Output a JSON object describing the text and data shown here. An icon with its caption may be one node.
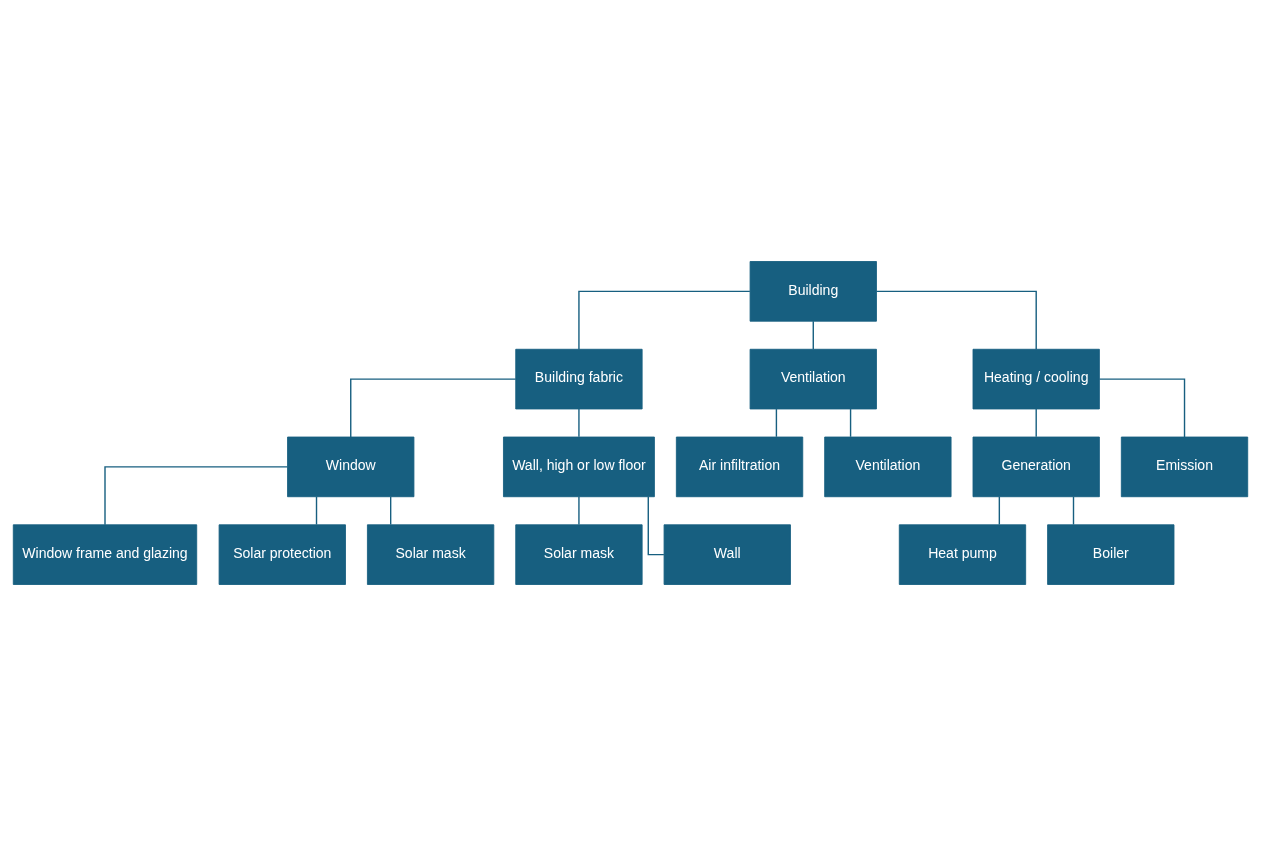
{
  "diagram": {
    "nodes": [
      {
        "text": [
          "Building"
        ]
      },
      {
        "text": [
          "Building fabric"
        ]
      },
      {
        "text": [
          "Ventilation"
        ]
      },
      {
        "text": [
          "Heating / cooling"
        ]
      },
      {
        "text": [
          "Window"
        ]
      },
      {
        "text": [
          "Wall, high or low floor"
        ]
      },
      {
        "text": [
          "Air infiltration"
        ]
      },
      {
        "text": [
          "Generation"
        ]
      },
      {
        "text": [
          "Emission"
        ]
      },
      {
        "text": [
          "Window frame and glazing"
        ]
      },
      {
        "text": [
          "Solar mask"
        ]
      },
      {
        "text": [
          "Ventilation"
        ]
      },
      {
        "text": [
          "Heat pump"
        ]
      },
      {
        "text": [
          "Solar protection"
        ]
      },
      {
        "text": [
          "Wall"
        ]
      },
      {
        "text": [
          "Boiler"
        ]
      },
      {
        "text": [
          "Solar mask"
        ]
      }
    ],
    "edges": [
      {
        "from": 0,
        "to": 1,
        "arrow": "none"
      },
      {
        "from": 0,
        "to": 2,
        "arrow": "none"
      },
      {
        "from": 0,
        "to": 3,
        "arrow": "none"
      },
      {
        "from": 1,
        "to": 4,
        "arrow": "none"
      },
      {
        "from": 1,
        "to": 5,
        "arrow": "none"
      },
      {
        "from": 2,
        "to": 6,
        "arrow": "none"
      },
      {
        "from": 2,
        "to": 11,
        "arrow": "none"
      },
      {
        "from": 3,
        "to": 7,
        "arrow": "none"
      },
      {
        "from": 3,
        "to": 8,
        "arrow": "none"
      },
      {
        "from": 4,
        "to": 9,
        "arrow": "none"
      },
      {
        "from": 4,
        "to": 13,
        "arrow": "none"
      },
      {
        "from": 4,
        "to": 16,
        "arrow": "none"
      },
      {
        "from": 5,
        "to": 10,
        "arrow": "none"
      },
      {
        "from": 5,
        "to": 14,
        "arrow": "none"
      },
      {
        "from": 7,
        "to": 12,
        "arrow": "none"
      },
      {
        "from": 7,
        "to": 15,
        "arrow": "none"
      }
    ]
  }
}
